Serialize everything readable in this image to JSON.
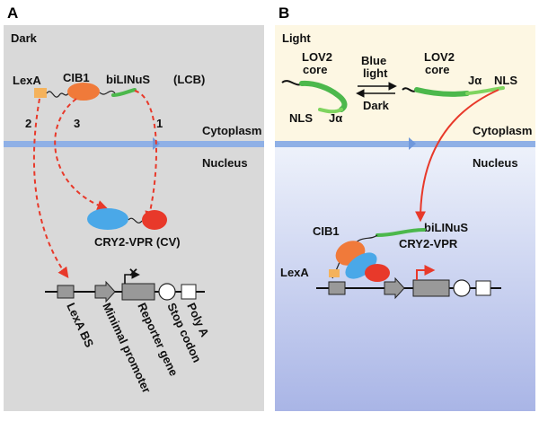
{
  "panel_a": {
    "letter": "A",
    "condition": "Dark",
    "lexa": "LexA",
    "cib1": "CIB1",
    "bilinus": "biLINuS",
    "lcb": "(LCB)",
    "path_2": "2",
    "path_3": "3",
    "path_1": "1",
    "cytoplasm": "Cytoplasm",
    "nucleus": "Nucleus",
    "cry2_vpr": "CRY2-VPR (CV)",
    "elements": [
      "LexA BS",
      "Minimal promoter",
      "Reporter gene",
      "Stop codon",
      "Poly A"
    ],
    "colors": {
      "background": "#d9d9d9",
      "membrane": "#8fb0e6",
      "arrow": "#e8392a"
    }
  },
  "panel_b": {
    "letter": "B",
    "condition": "Light",
    "lov2_left": "LOV2",
    "core_left": "core",
    "nls_left": "NLS",
    "ja_left": "Jα",
    "blue": "Blue",
    "light_word": "light",
    "dark": "Dark",
    "lov2_right": "LOV2",
    "core_right": "core",
    "ja_right": "Jα",
    "nls_right": "NLS",
    "cytoplasm": "Cytoplasm",
    "nucleus": "Nucleus",
    "bilinus": "biLINuS",
    "cib1": "CIB1",
    "cry2_vpr": "CRY2-VPR",
    "lexa": "LexA",
    "colors": {
      "cytoplasm_bg": "#fdf7e3",
      "nucleus_bg_top": "#e6ecfa",
      "nucleus_bg_bottom": "#a8b6e8",
      "lov2": "#4cb84c",
      "cib1": "#f07a3a",
      "cry2": "#4aa8e8",
      "vpr": "#e8392a"
    }
  }
}
